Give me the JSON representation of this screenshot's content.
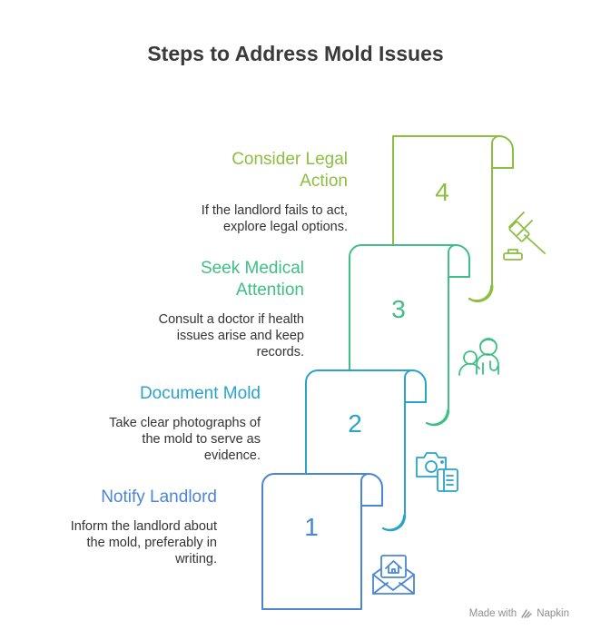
{
  "title": "Steps to Address Mold Issues",
  "colors": {
    "step1": "#4a86d4",
    "step2": "#2aa3cc",
    "step3": "#3fbf85",
    "step4": "#8cbf3f",
    "text": "#333333"
  },
  "steps": [
    {
      "number": "1",
      "title": "Notify Landlord",
      "description_lines": [
        "Inform the landlord about",
        "the mold, preferably in",
        "writing."
      ],
      "icon": "envelope-house-icon"
    },
    {
      "number": "2",
      "title": "Document Mold",
      "description_lines": [
        "Take clear photographs of",
        "the mold to serve as",
        "evidence."
      ],
      "icon": "camera-notebook-icon"
    },
    {
      "number": "3",
      "title_lines": [
        "Seek Medical",
        "Attention"
      ],
      "description_lines": [
        "Consult a doctor if health",
        "issues arise and keep",
        "records."
      ],
      "icon": "doctor-patient-icon"
    },
    {
      "number": "4",
      "title_lines": [
        "Consider Legal",
        "Action"
      ],
      "description_lines": [
        "If the landlord fails to act,",
        "explore legal options."
      ],
      "icon": "gavel-icon"
    }
  ],
  "watermark": {
    "prefix": "Made with",
    "brand": "Napkin"
  }
}
